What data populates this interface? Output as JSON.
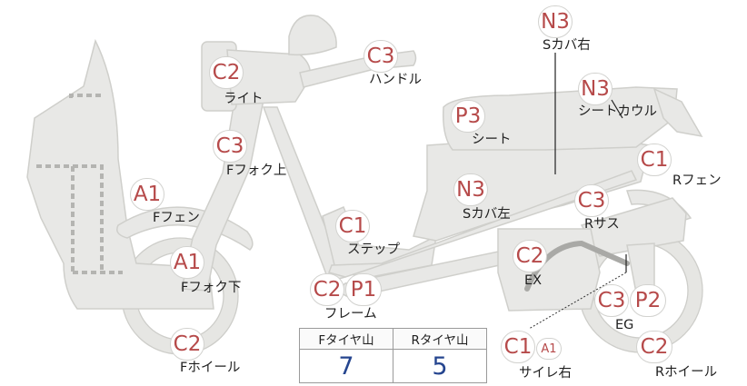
{
  "badges": {
    "light": "C2",
    "handle": "C3",
    "fork_upper": "C3",
    "f_fender": "A1",
    "fork_lower": "A1",
    "f_wheel": "C2",
    "s_cover_right": "N3",
    "seat_cowl": "N3",
    "seat": "P3",
    "r_fender": "C1",
    "s_cover_left": "N3",
    "r_suspension": "C3",
    "step": "C1",
    "exhaust": "C2",
    "frame_c2": "C2",
    "frame_p1": "P1",
    "engine_c3": "C3",
    "engine_p2": "P2",
    "silencer_c1": "C1",
    "silencer_a1": "A1",
    "r_wheel": "C2"
  },
  "labels": {
    "light": "ライト",
    "handle": "ハンドル",
    "fork_upper": "Fフォク上",
    "f_fender": "Fフェン",
    "fork_lower": "Fフォク下",
    "f_wheel": "Fホイール",
    "s_cover_right": "Sカバ右",
    "seat_cowl": "シートカウル",
    "seat": "シート",
    "r_fender": "Rフェン",
    "s_cover_left": "Sカバ左",
    "r_suspension": "Rサス",
    "step": "ステップ",
    "exhaust": "EX",
    "frame": "フレーム",
    "engine": "EG",
    "silencer": "サイレ右",
    "r_wheel": "Rホイール"
  },
  "tread_table": {
    "headers": [
      "Fタイヤ山",
      "Rタイヤ山"
    ],
    "values": [
      "7",
      "5"
    ]
  }
}
